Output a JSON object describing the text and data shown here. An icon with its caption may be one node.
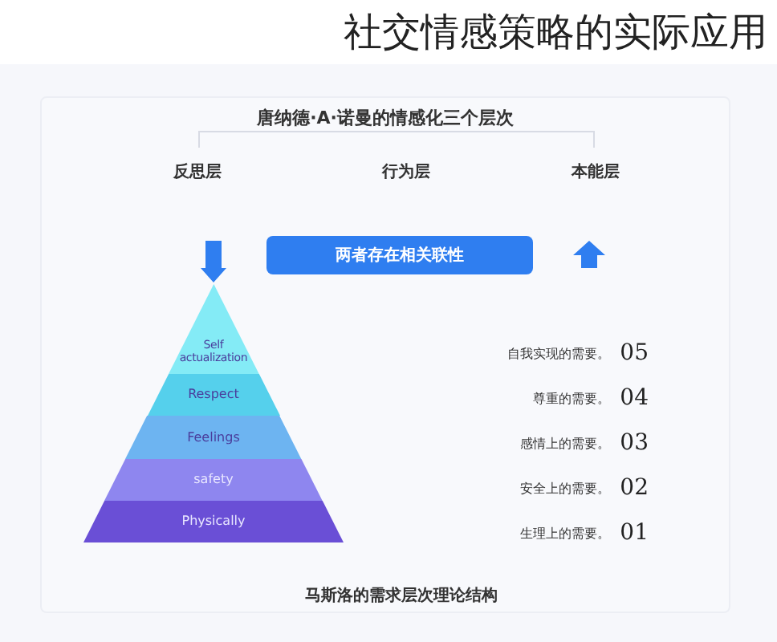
{
  "diagram": {
    "title": "社交情感策略的实际应用",
    "nodes": [
      {
        "text": [
          "反思层"
        ]
      },
      {
        "text": [
          "行为层"
        ]
      },
      {
        "text": [
          "本能层"
        ]
      },
      {
        "text": [
          "两者存在相关联性"
        ]
      },
      {
        "text": [
          "Self actualization"
        ]
      },
      {
        "text": [
          "Respect"
        ]
      },
      {
        "text": [
          "Feelings"
        ]
      },
      {
        "text": [
          "safety"
        ]
      },
      {
        "text": [
          "Physically"
        ]
      }
    ],
    "edges": [
      {
        "from": null,
        "to": 4,
        "arrow": "to",
        "style": "thick"
      }
    ],
    "labels": [
      "唐纳德·A·诺曼的情感化三个层次",
      "05",
      "自我实现的需要。",
      "04",
      "尊重的需要。",
      "03",
      "感情上的需要。",
      "02",
      "安全上的需要。",
      "01",
      "生理上的需要。",
      "马斯洛的需求层次理论结构"
    ]
  }
}
